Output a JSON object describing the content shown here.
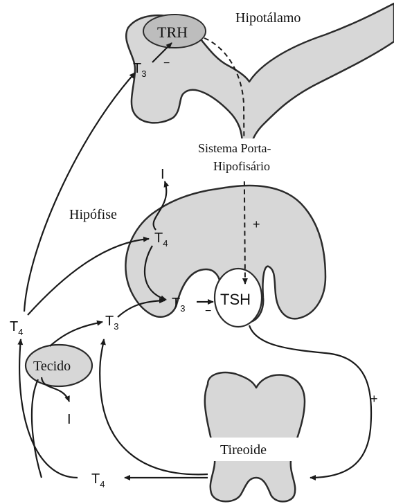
{
  "labels": {
    "hypothalamus": "Hipotálamo",
    "portal_system_line1": "Sistema Porta-",
    "portal_system_line2": "Hipofisário",
    "pituitary": "Hipófise",
    "thyroid": "Tireoide",
    "tissue": "Tecido",
    "trh": "TRH",
    "tsh": "TSH"
  },
  "hormones": {
    "t3": "T",
    "t3_sub": "3",
    "t4": "T",
    "t4_sub": "4",
    "iodine": "I"
  },
  "signs": {
    "plus": "+",
    "minus": "−"
  },
  "colors": {
    "organ_fill": "#d7d7d7",
    "outline": "#2b2b2b"
  }
}
